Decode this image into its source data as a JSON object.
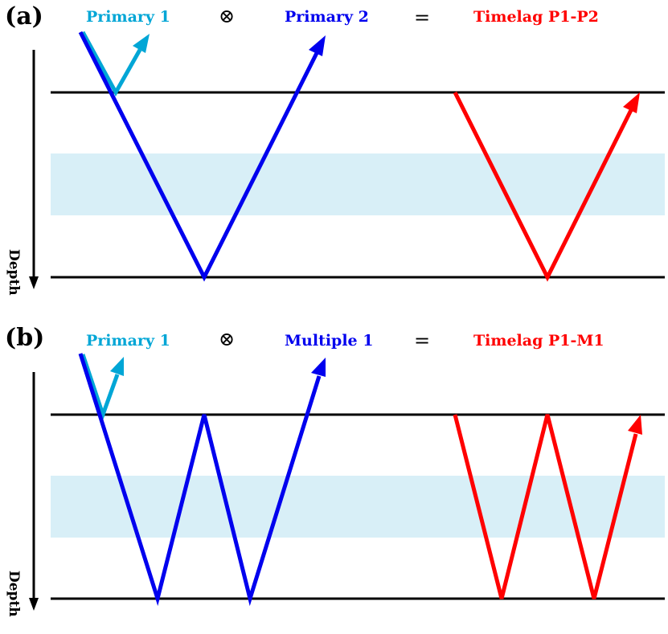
{
  "colors": {
    "primary1": "#00a6d6",
    "blue_ray": "#0000ee",
    "timelag": "#ff0000",
    "layer": "#d8eff7",
    "reflector": "#000000"
  },
  "panels": [
    {
      "letter": "(a)",
      "left_term": "Primary 1",
      "operator": "⊗",
      "right_term": "Primary 2",
      "equals": "=",
      "result": "Timelag P1-P2",
      "axis_label": "Depth"
    },
    {
      "letter": "(b)",
      "left_term": "Primary 1",
      "operator": "⊗",
      "right_term": "Multiple 1",
      "equals": "=",
      "result": "Timelag P1-M1",
      "axis_label": "Depth"
    }
  ]
}
